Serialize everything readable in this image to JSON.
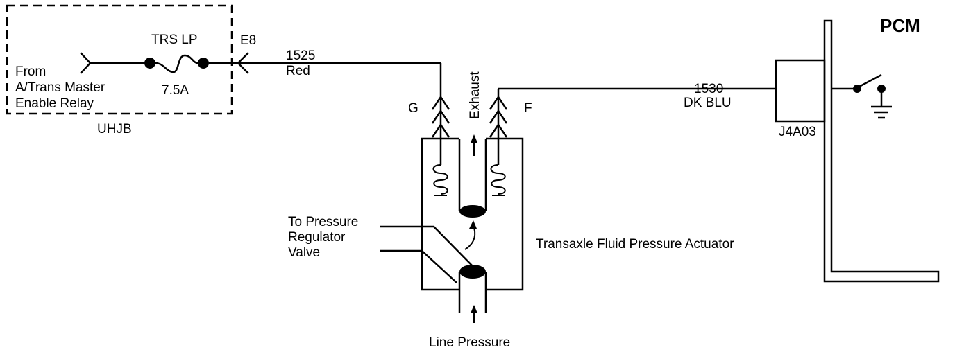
{
  "uhjb": {
    "source_line1": "From",
    "source_line2": "A/Trans Master",
    "source_line3": "Enable Relay",
    "fuse_name": "TRS LP",
    "fuse_rating": "7.5A",
    "terminal": "E8",
    "label": "UHJB"
  },
  "wire_feed": {
    "circuit": "1525",
    "color": "Red"
  },
  "wire_control": {
    "circuit": "1530",
    "color": "DK BLU"
  },
  "actuator": {
    "pin_left": "G",
    "pin_right": "F",
    "exhaust": "Exhaust",
    "regulator_line1": "To Pressure",
    "regulator_line2": "Regulator",
    "regulator_line3": "Valve",
    "line_pressure": "Line Pressure",
    "name": "Transaxle Fluid Pressure Actuator"
  },
  "pcm": {
    "label": "PCM",
    "connector": "J4A03"
  }
}
